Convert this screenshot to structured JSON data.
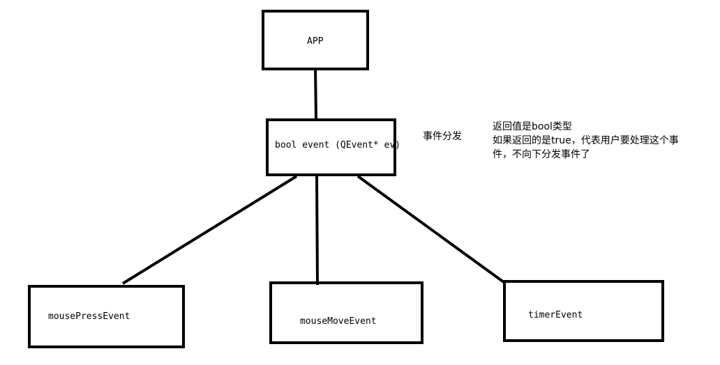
{
  "nodes": {
    "app": {
      "label": "APP"
    },
    "event": {
      "label": "bool event (QEvent* ev)"
    },
    "mouse_press": {
      "label": "mousePressEvent"
    },
    "mouse_move": {
      "label": "mouseMoveEvent"
    },
    "timer": {
      "label": "timerEvent"
    }
  },
  "annotations": {
    "dispatch": "事件分发",
    "return_note": {
      "line1": "返回值是bool类型",
      "line2": "如果返回的是true，代表用户要处理这个事",
      "line3": "件，不向下分发事件了"
    }
  },
  "colors": {
    "stroke": "#000000",
    "background": "#ffffff"
  }
}
